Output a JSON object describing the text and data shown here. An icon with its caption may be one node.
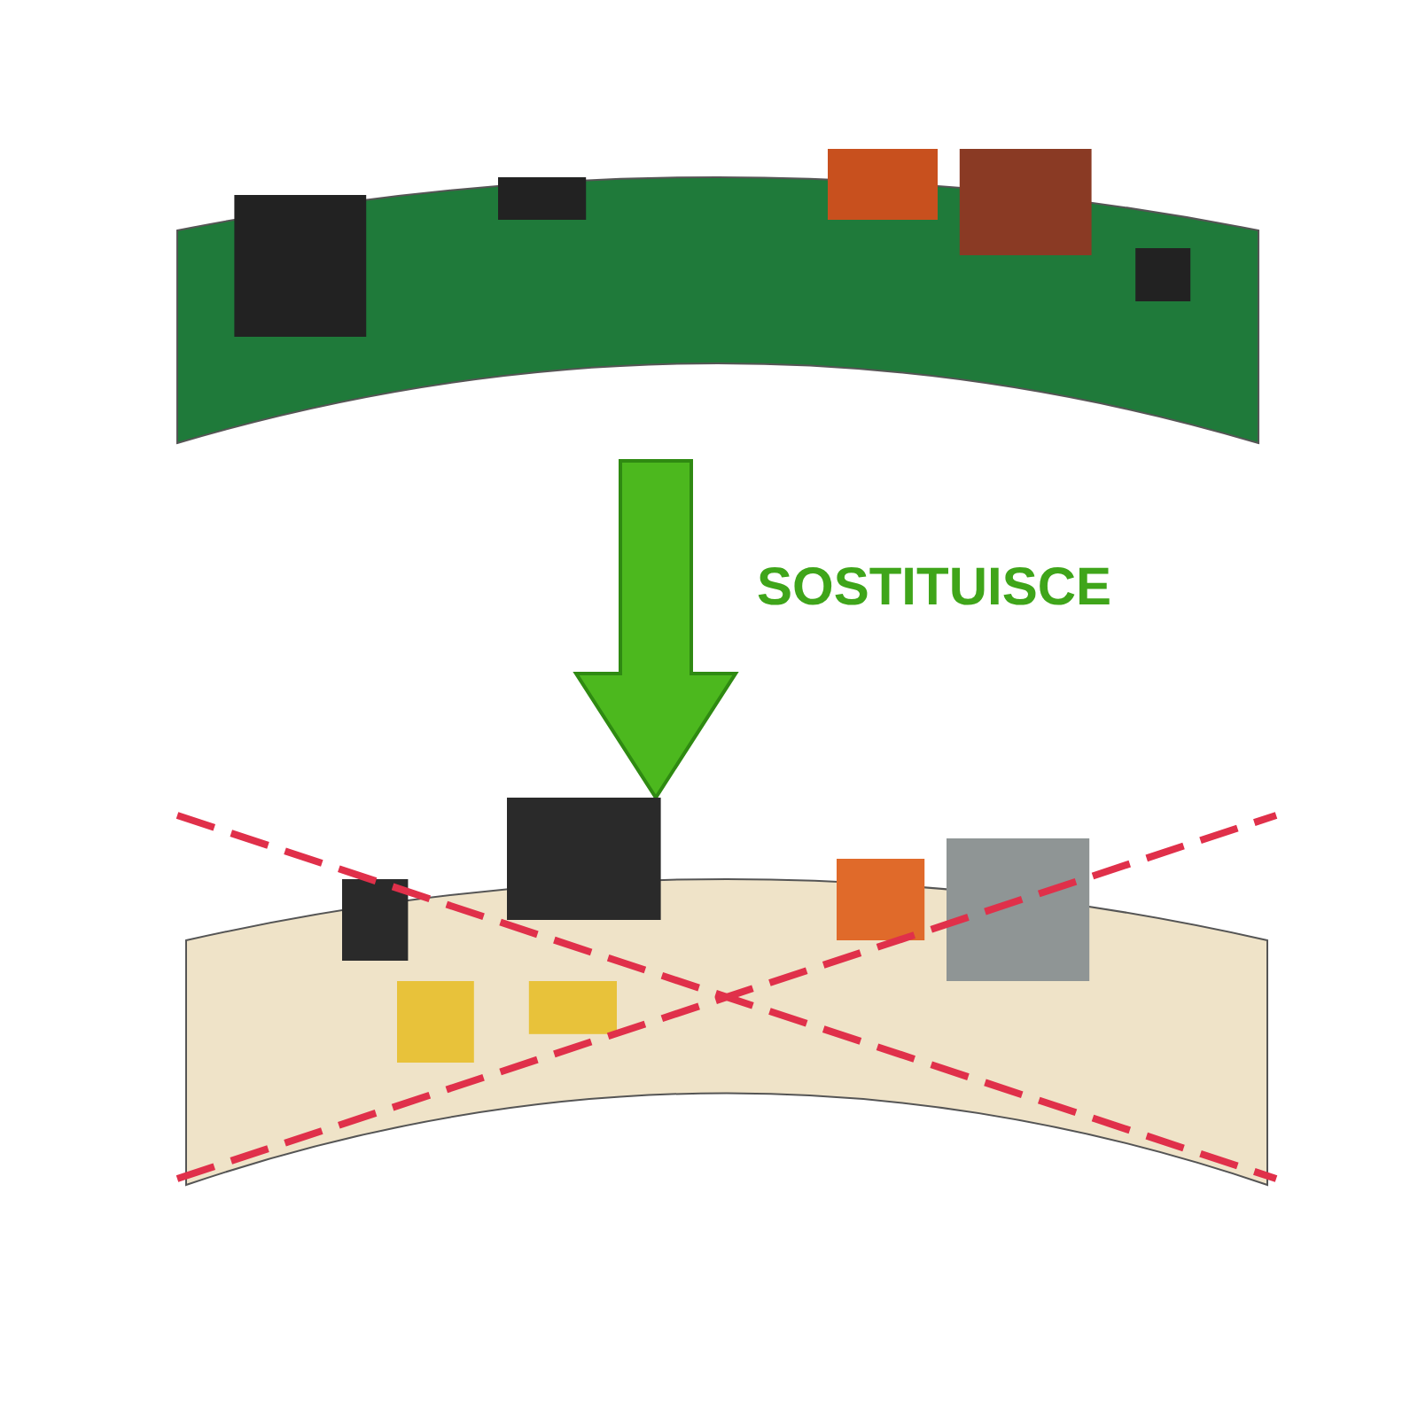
{
  "diagram": {
    "nodes": [
      {
        "text": [],
        "shape": "picture"
      },
      {
        "text": [],
        "shape": "picture"
      }
    ],
    "edges": [
      {
        "from": 0,
        "to": 1,
        "arrow": "to",
        "label": "SOSTITUISCE",
        "style": "thick"
      }
    ]
  }
}
